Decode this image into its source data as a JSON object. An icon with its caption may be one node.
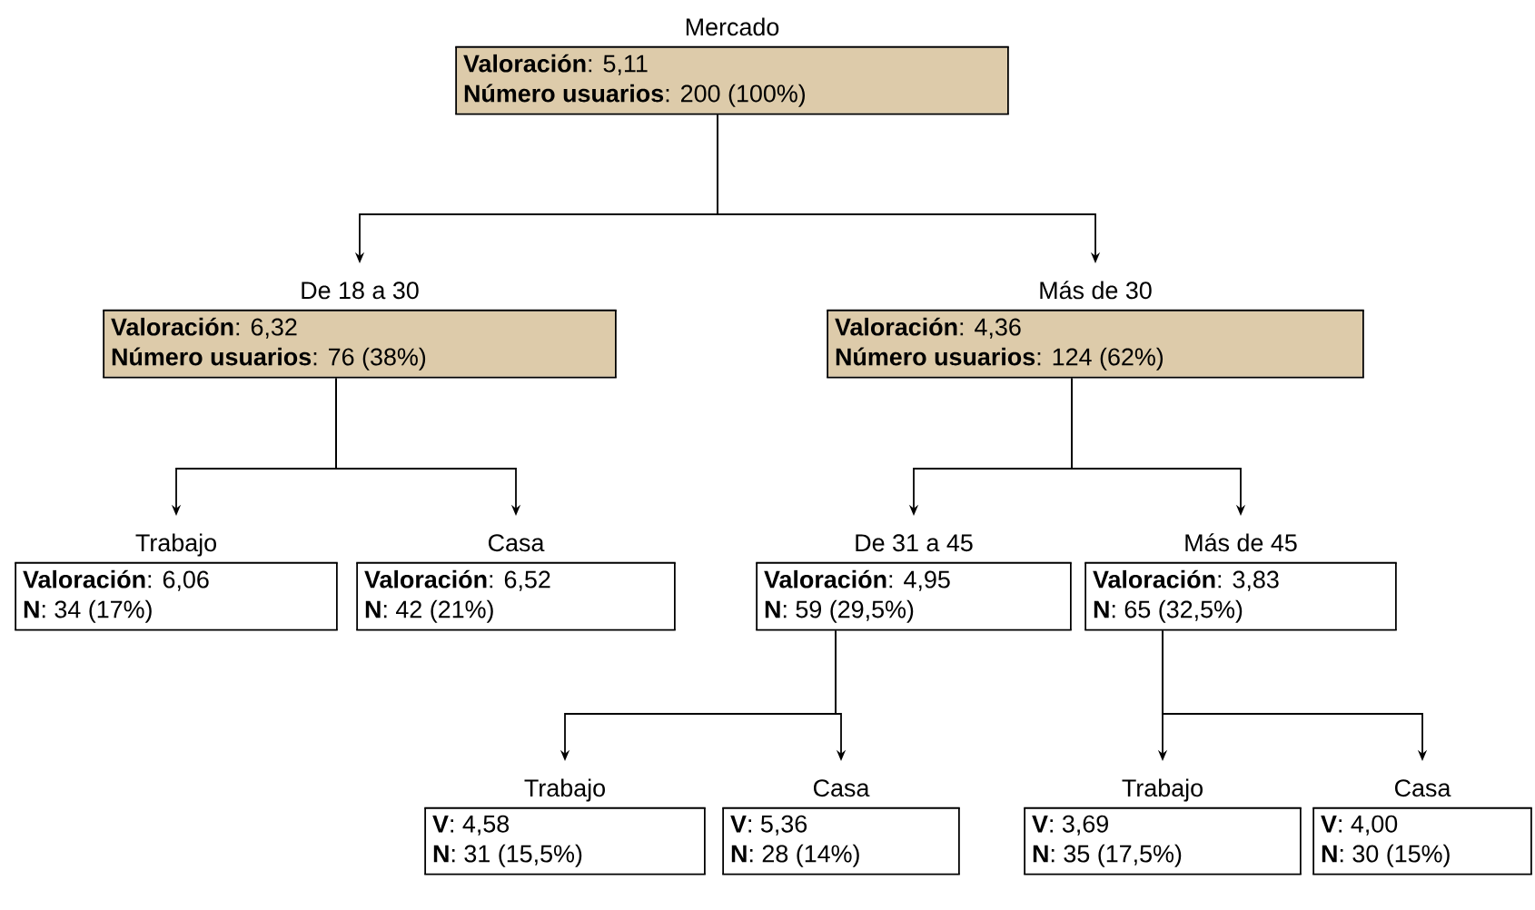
{
  "diagram": {
    "nodes": [
      {
        "text": [
          "Mercado",
          "**Valoración**: 5,11",
          "**Número usuarios**: 200 (100%)"
        ]
      },
      {
        "text": [
          "De 18 a 30",
          "**Valoración**: 6,32",
          "**Número usuarios**: 76 (38%)"
        ]
      },
      {
        "text": [
          "Más de 30",
          "**Valoración**: 4,36",
          "**Número usuarios**: 124 (62%)"
        ]
      },
      {
        "text": [
          "Trabajo",
          "**Valoración**: 6,06",
          "**N**: 34 (17%)"
        ]
      },
      {
        "text": [
          "Casa",
          "**Valoración**: 6,52",
          "**N**: 42 (21%)"
        ]
      },
      {
        "text": [
          "De 31 a 45",
          "**Valoración**: 4,95",
          "**N**: 59 (29,5%)"
        ]
      },
      {
        "text": [
          "Más de 45",
          "**Valoración**: 3,83",
          "**N**: 65 (32,5%)"
        ]
      },
      {
        "text": [
          "Trabajo",
          "**V**: 4,58",
          "**N**: 31 (15,5%)"
        ]
      },
      {
        "text": [
          "Casa",
          "**V**: 5,36",
          "**N**: 28 (14%)"
        ]
      },
      {
        "text": [
          "Trabajo",
          "**V**: 3,69",
          "**N**: 35 (17,5%)"
        ]
      },
      {
        "text": [
          "Casa",
          "**V**: 4,00",
          "**N**: 30 (15%)"
        ]
      }
    ],
    "edges": [
      {
        "from": 0,
        "to": 1,
        "arrow": "to"
      },
      {
        "from": 0,
        "to": 2,
        "arrow": "to"
      },
      {
        "from": 1,
        "to": 3,
        "arrow": "to"
      },
      {
        "from": 1,
        "to": 4,
        "arrow": "to"
      },
      {
        "from": 2,
        "to": 5,
        "arrow": "to"
      },
      {
        "from": 2,
        "to": 6,
        "arrow": "to"
      },
      {
        "from": 5,
        "to": 7,
        "arrow": "to"
      },
      {
        "from": 5,
        "to": 8,
        "arrow": "to"
      },
      {
        "from": 6,
        "to": 9,
        "arrow": "to"
      },
      {
        "from": 6,
        "to": 10,
        "arrow": "to"
      }
    ]
  }
}
